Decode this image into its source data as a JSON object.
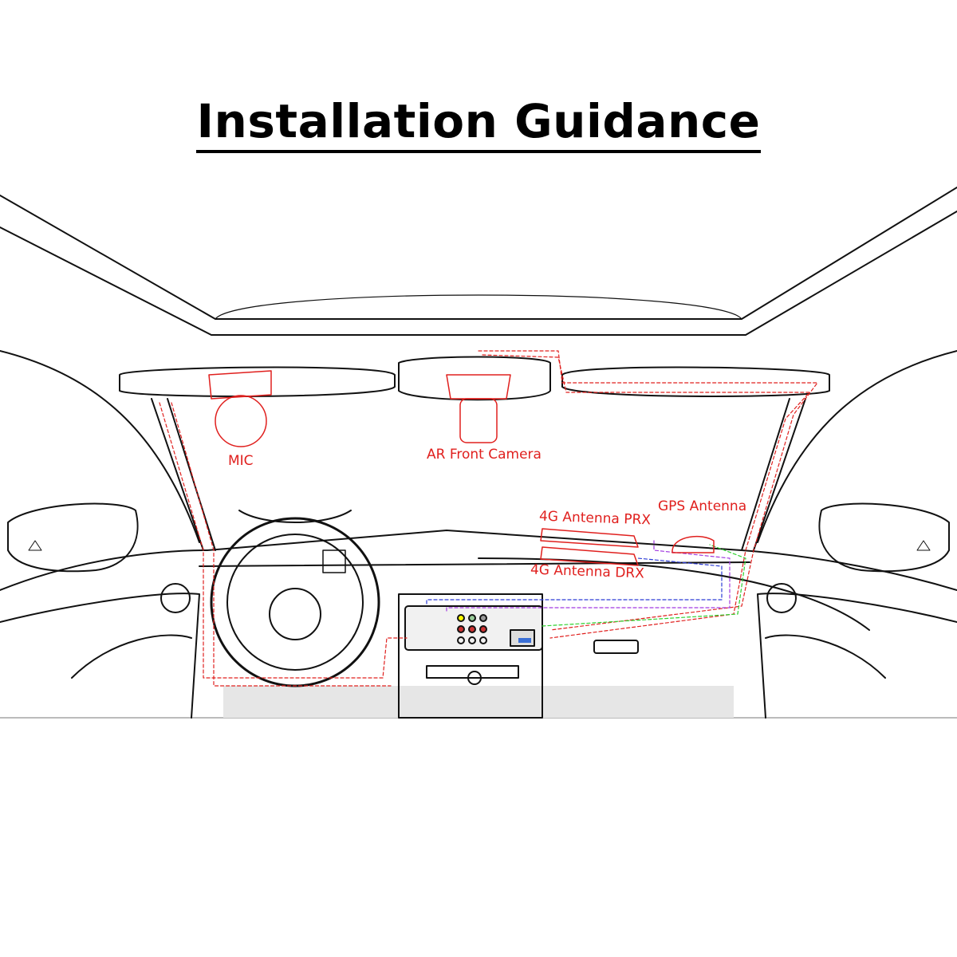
{
  "title": "Installation Guidance",
  "labels": {
    "mic": "MIC",
    "front_camera": "AR Front Camera",
    "antenna_prx": "4G Antenna PRX",
    "antenna_drx": "4G Antenna DRX",
    "gps": "GPS Antenna"
  },
  "colors": {
    "component": "#e0201e",
    "cable_red": "#e0201e",
    "cable_blue": "#2b3bd6",
    "cable_purple": "#a23be0",
    "cable_green": "#2fd12f",
    "outline": "#111111"
  }
}
